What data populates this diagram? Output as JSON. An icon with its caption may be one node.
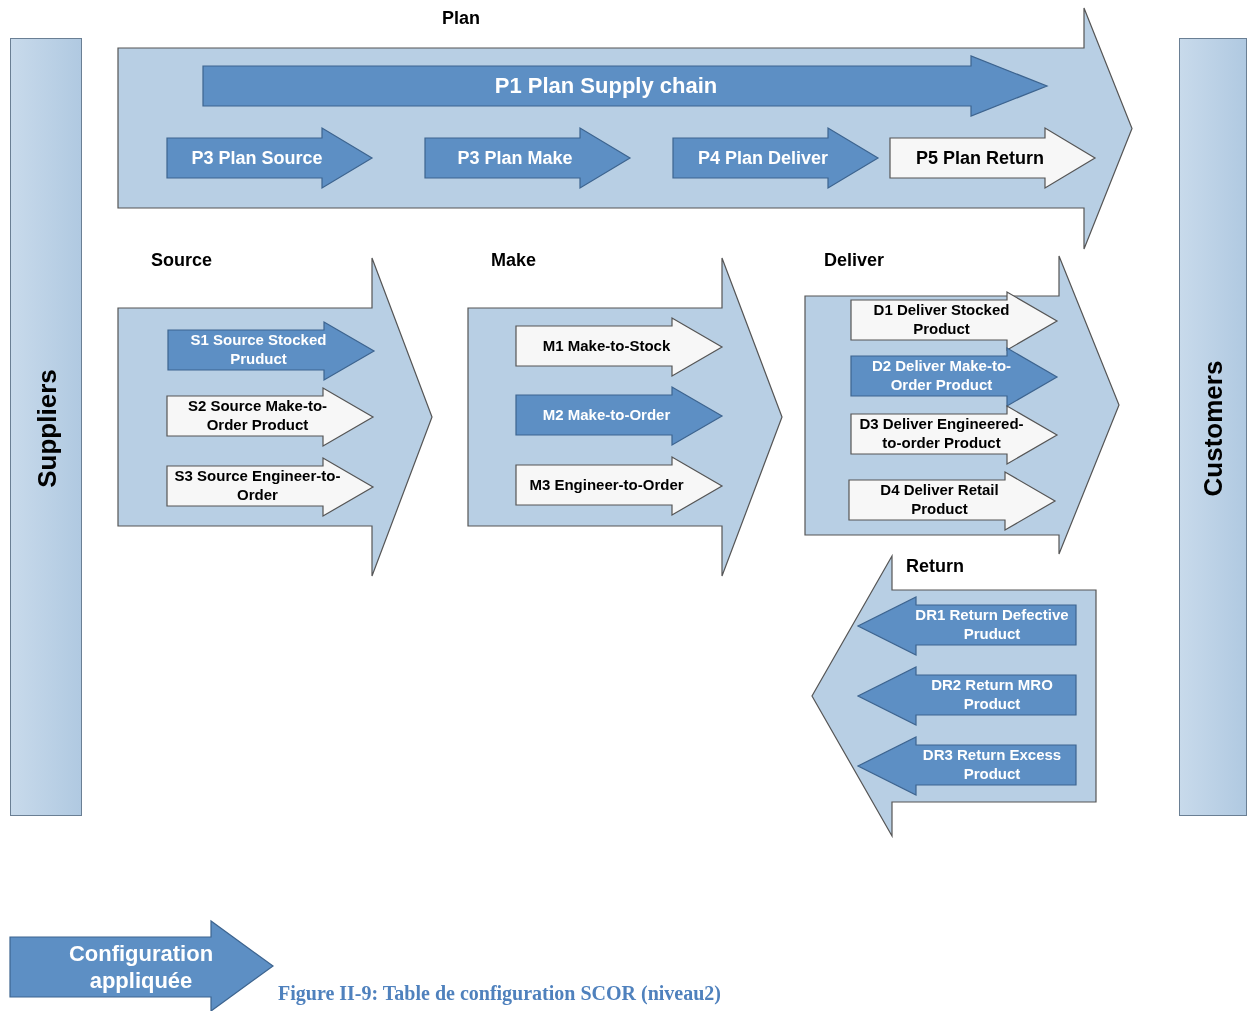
{
  "diagram": {
    "caption": "Figure II-9: Table de configuration SCOR (niveau2)",
    "nodes": [
      {
        "text": [
          "Suppliers"
        ]
      },
      {
        "text": [
          "Plan"
        ]
      },
      {
        "text": [
          "P1 Plan Supply chain"
        ],
        "in": 1
      },
      {
        "text": [
          "P3 Plan Source"
        ],
        "in": 1
      },
      {
        "text": [
          "P3 Plan Make"
        ],
        "in": 1
      },
      {
        "text": [
          "P4 Plan Deliver"
        ],
        "in": 1
      },
      {
        "text": [
          "P5 Plan Return"
        ],
        "in": 1
      },
      {
        "text": [
          "Source"
        ]
      },
      {
        "text": [
          "S1 Source Stocked Pruduct"
        ],
        "in": 7
      },
      {
        "text": [
          "S2 Source Make-to-Order Product"
        ],
        "in": 7
      },
      {
        "text": [
          "S3 Source Engineer-to-Order"
        ],
        "in": 7
      },
      {
        "text": [
          "Make"
        ]
      },
      {
        "text": [
          "M1 Make-to-Stock"
        ],
        "in": 11
      },
      {
        "text": [
          "M2 Make-to-Order"
        ],
        "in": 11
      },
      {
        "text": [
          "M3 Engineer-to-Order"
        ],
        "in": 11
      },
      {
        "text": [
          "Deliver"
        ]
      },
      {
        "text": [
          "D1 Deliver Stocked Product"
        ],
        "in": 15
      },
      {
        "text": [
          "D2 Deliver Make-to-Order Product"
        ],
        "in": 15
      },
      {
        "text": [
          "D3 Deliver Engineered-to-order Product"
        ],
        "in": 15
      },
      {
        "text": [
          "D4 Deliver Retail Product"
        ],
        "in": 15
      },
      {
        "text": [
          "Return"
        ]
      },
      {
        "text": [
          "DR1 Return Defective Pruduct"
        ],
        "in": 20
      },
      {
        "text": [
          "DR2 Return MRO Product"
        ],
        "in": 20
      },
      {
        "text": [
          "DR3 Return Excess Product"
        ],
        "in": 20
      },
      {
        "text": [
          "Customers"
        ]
      }
    ],
    "edges": [],
    "legend": [
      {
        "text": "Configuration appliquée",
        "color": "#5d8fc4"
      }
    ]
  }
}
